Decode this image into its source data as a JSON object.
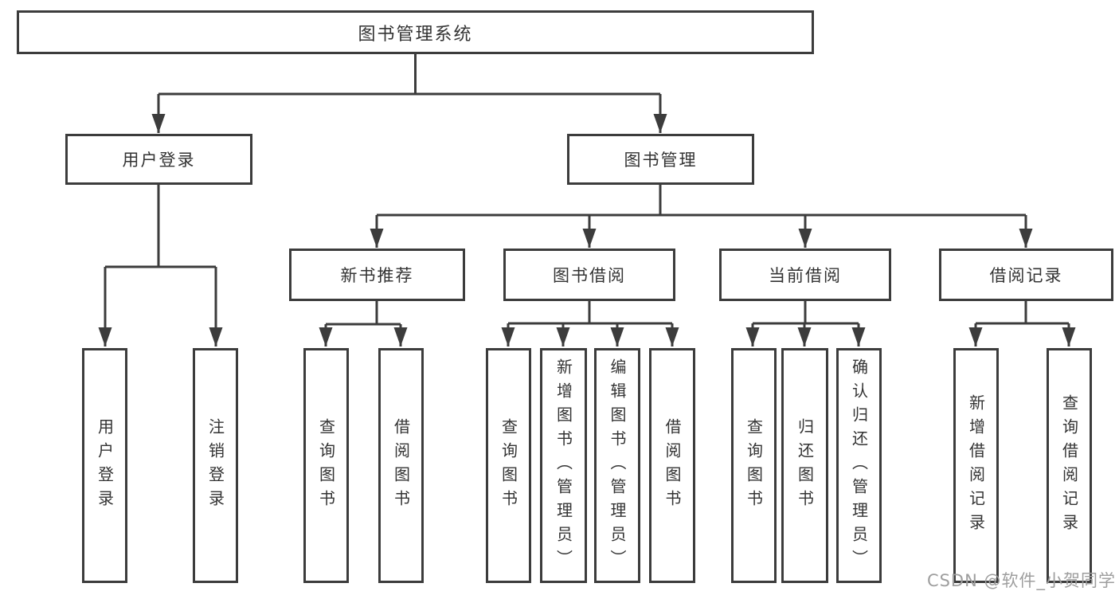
{
  "diagram": {
    "root": {
      "label": "图书管理系统"
    },
    "user_login": {
      "label": "用户登录",
      "children": [
        {
          "label": "用户登录"
        },
        {
          "label": "注销登录"
        }
      ]
    },
    "book_management": {
      "label": "图书管理",
      "modules": [
        {
          "label": "新书推荐",
          "children": [
            {
              "label": "查询图书"
            },
            {
              "label": "借阅图书"
            }
          ]
        },
        {
          "label": "图书借阅",
          "children": [
            {
              "label": "查询图书"
            },
            {
              "label": "新增图书（管理员）"
            },
            {
              "label": "编辑图书（管理员）"
            },
            {
              "label": "借阅图书"
            }
          ]
        },
        {
          "label": "当前借阅",
          "children": [
            {
              "label": "查询图书"
            },
            {
              "label": "归还图书"
            },
            {
              "label": "确认归还（管理员）"
            }
          ]
        },
        {
          "label": "借阅记录",
          "children": [
            {
              "label": "新增借阅记录"
            },
            {
              "label": "查询借阅记录"
            }
          ]
        }
      ]
    },
    "colors": {
      "line": "#3c3c3c",
      "text": "#333333",
      "background": "#ffffff",
      "watermark": "#9e9e9e"
    },
    "watermark": "CSDN @软件_小贺同学"
  }
}
